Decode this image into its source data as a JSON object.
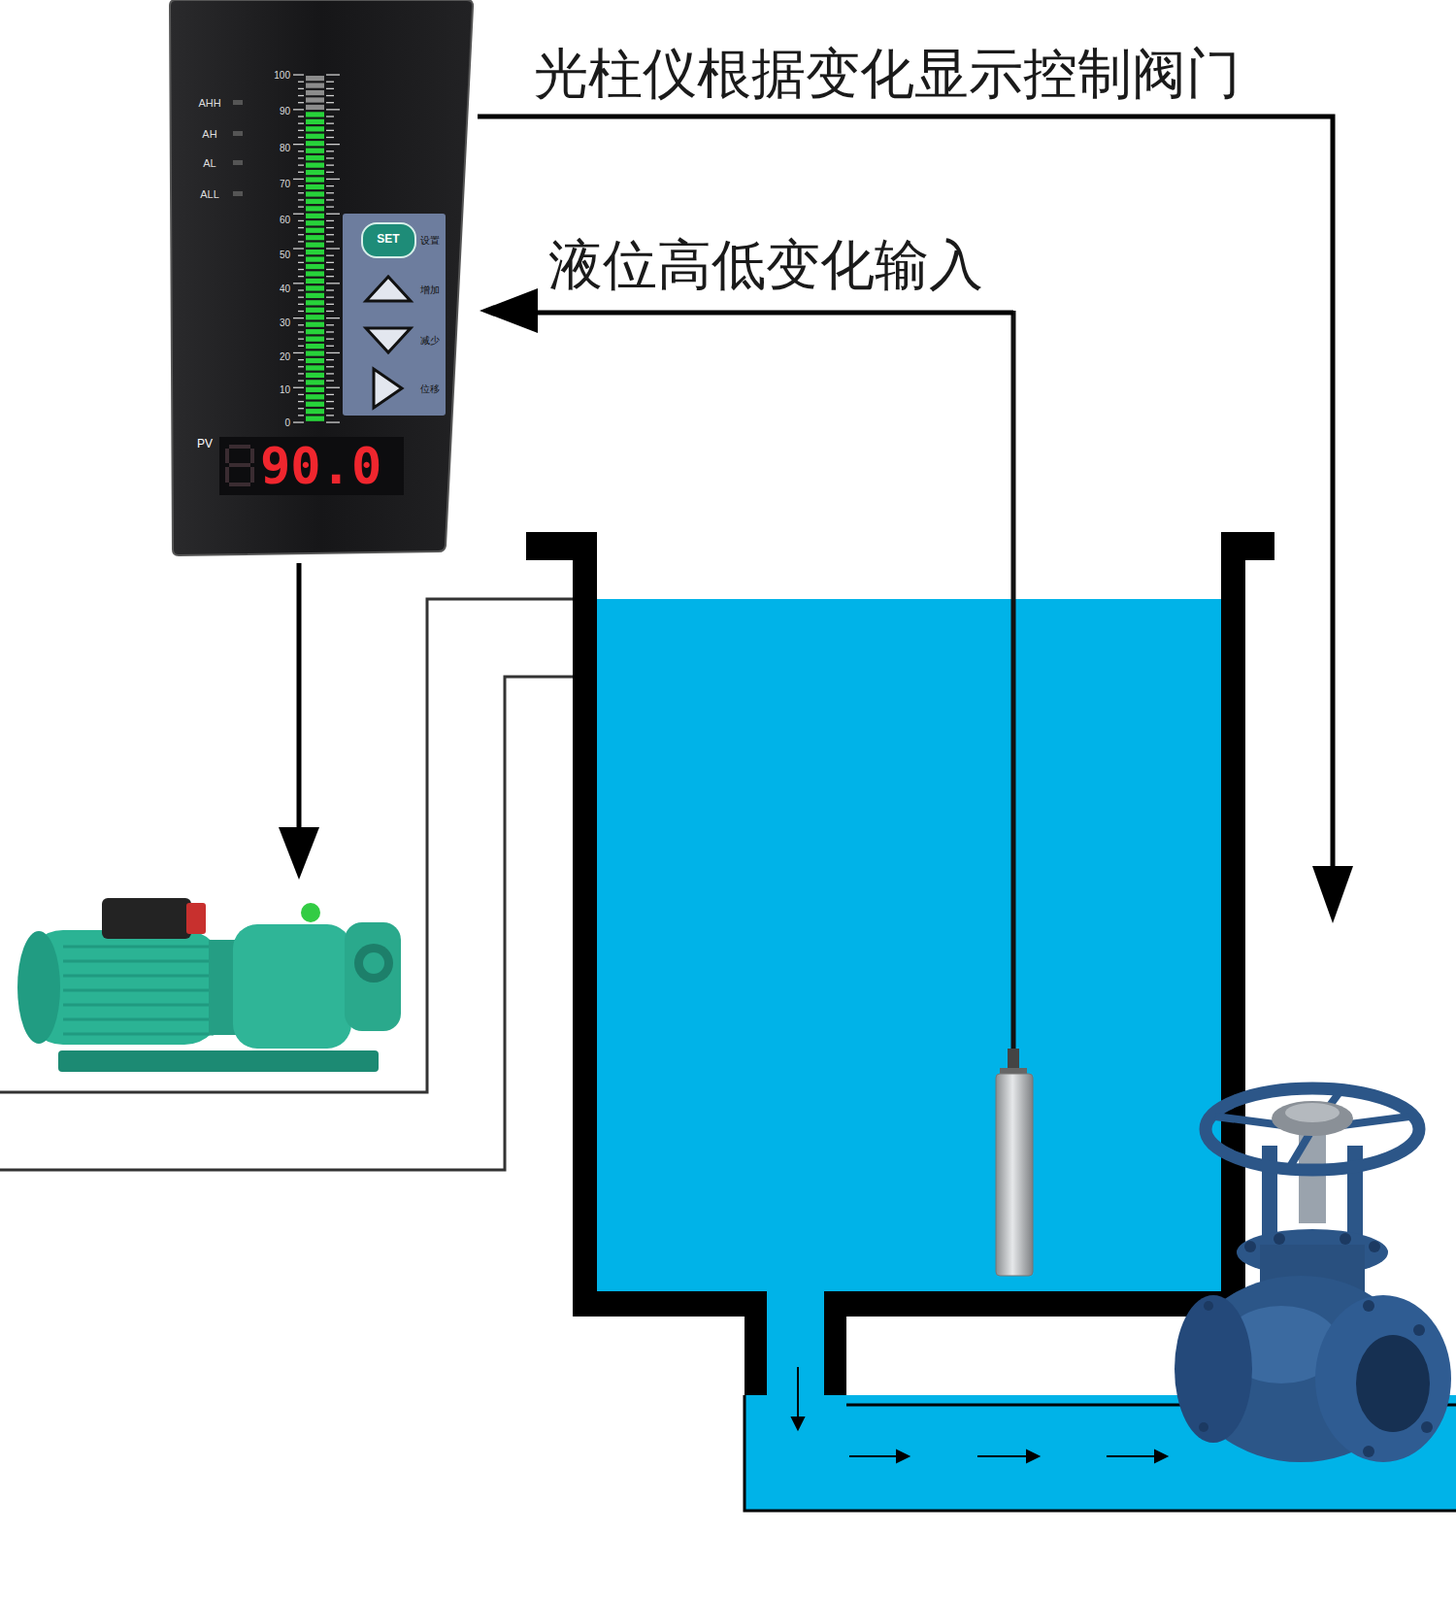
{
  "diagram": {
    "nodes": [
      {
        "text": [
          "AHH",
          "AH",
          "AL",
          "ALL",
          "100",
          "90",
          "80",
          "70",
          "60",
          "50",
          "40",
          "30",
          "20",
          "10",
          "0",
          "PV",
          "90.0"
        ]
      },
      {
        "text": [
          "SET",
          "设置",
          "增加",
          "减少",
          "位移"
        ],
        "in": 0
      }
    ],
    "labels": [
      "光柱仪根据变化显示控制阀门",
      "液位高低变化输入"
    ]
  }
}
